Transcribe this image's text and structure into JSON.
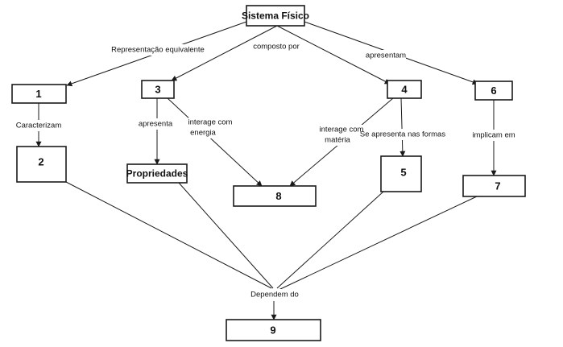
{
  "nodes": {
    "sistema": "Sistema Físico",
    "n1": "1",
    "n2": "2",
    "n3": "3",
    "n4": "4",
    "n5": "5",
    "n6": "6",
    "n7": "7",
    "n8": "8",
    "n9": "9",
    "propriedades": "Propriedades"
  },
  "edge_labels": {
    "representacao": "Representação equivalente",
    "composto": "composto por",
    "apresentam": "apresentam",
    "caracterizam": "Caracterizam",
    "apresenta": "apresenta",
    "interage_energia_1": "interage com",
    "interage_energia_2": "energia",
    "interage_materia_1": "interage com",
    "interage_materia_2": "matéria",
    "se_apresenta": "Se apresenta nas formas",
    "implicam": "implicam em",
    "dependem": "Dependem do"
  }
}
